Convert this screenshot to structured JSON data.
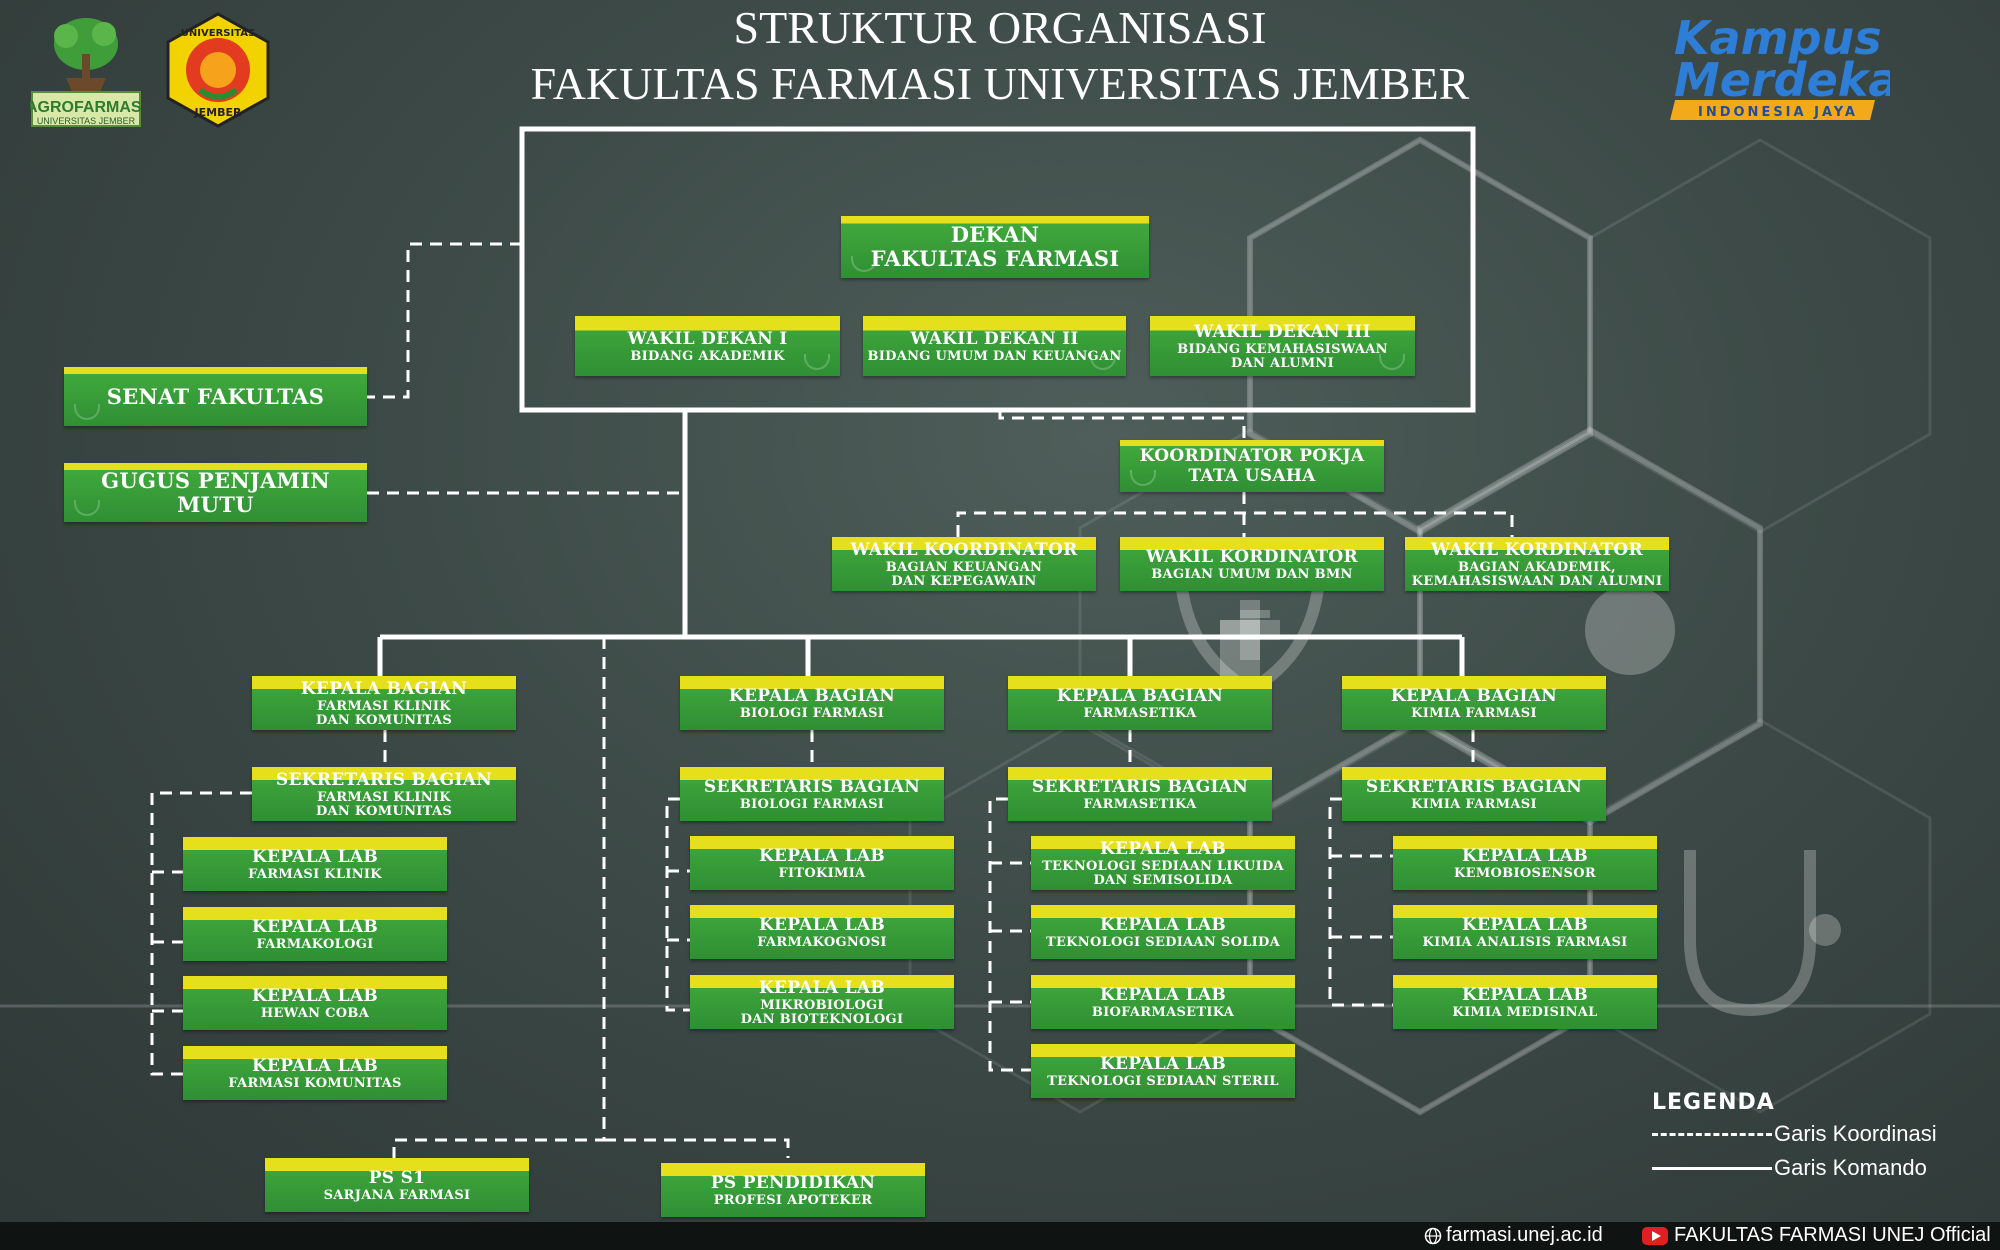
{
  "header": {
    "title_line1": "STRUKTUR ORGANISASI",
    "title_line2": "FAKULTAS FARMASI UNIVERSITAS JEMBER"
  },
  "logos": {
    "agrofarmasi": [
      "AGROFARMASI",
      "UNIVERSITAS JEMBER"
    ],
    "unej": [
      "UNIVERSITAS",
      "JEMBER"
    ],
    "kampus_merdeka": [
      "Kampus",
      "Merdeka",
      "INDONESIA JAYA"
    ]
  },
  "colors": {
    "box_green": "#3da33a",
    "box_yellow": "#e6e01c",
    "background": "#3d4a47",
    "line": "#ffffff"
  },
  "nodes": {
    "dekan": {
      "t1": [
        "DEKAN",
        "FAKULTAS FARMASI"
      ]
    },
    "wd1": {
      "t1": "WAKIL DEKAN I",
      "t2": [
        "BIDANG AKADEMIK"
      ]
    },
    "wd2": {
      "t1": "WAKIL DEKAN II",
      "t2": [
        "BIDANG UMUM DAN KEUANGAN"
      ]
    },
    "wd3": {
      "t1": "WAKIL DEKAN III",
      "t2": [
        "BIDANG KEMAHASISWAAN",
        "DAN ALUMNI"
      ]
    },
    "senat": {
      "t1": "SENAT FAKULTAS"
    },
    "gpm": {
      "t1": "GUGUS PENJAMIN MUTU"
    },
    "pokja": {
      "t1": [
        "KOORDINATOR POKJA",
        "TATA USAHA"
      ]
    },
    "wk1": {
      "t1": "WAKIL KOORDINATOR",
      "t2": [
        "BAGIAN KEUANGAN",
        "DAN KEPEGAWAIN"
      ]
    },
    "wk2": {
      "t1": "WAKIL KORDINATOR",
      "t2": [
        "BAGIAN UMUM DAN BMN"
      ]
    },
    "wk3": {
      "t1": "WAKIL KORDINATOR",
      "t2": [
        "BAGIAN AKADEMIK,",
        "KEMAHASISWAAN  DAN ALUMNI"
      ]
    },
    "kb1": {
      "t1": "KEPALA BAGIAN",
      "t2": [
        "FARMASI KLINIK",
        "DAN KOMUNITAS"
      ]
    },
    "kb2": {
      "t1": "KEPALA BAGIAN",
      "t2": [
        "BIOLOGI FARMASI"
      ]
    },
    "kb3": {
      "t1": "KEPALA BAGIAN",
      "t2": [
        "FARMASETIKA"
      ]
    },
    "kb4": {
      "t1": "KEPALA BAGIAN",
      "t2": [
        "KIMIA FARMASI"
      ]
    },
    "sb1": {
      "t1": "SEKRETARIS BAGIAN",
      "t2": [
        "FARMASI KLINIK",
        "DAN KOMUNITAS"
      ]
    },
    "sb2": {
      "t1": "SEKRETARIS BAGIAN",
      "t2": [
        "BIOLOGI FARMASI"
      ]
    },
    "sb3": {
      "t1": "SEKRETARIS BAGIAN",
      "t2": [
        "FARMASETIKA"
      ]
    },
    "sb4": {
      "t1": "SEKRETARIS BAGIAN",
      "t2": [
        "KIMIA FARMASI"
      ]
    },
    "l1a": {
      "t1": "KEPALA LAB",
      "t2": [
        "FARMASI KLINIK"
      ]
    },
    "l1b": {
      "t1": "KEPALA LAB",
      "t2": [
        "FARMAKOLOGI"
      ]
    },
    "l1c": {
      "t1": "KEPALA LAB",
      "t2": [
        "HEWAN COBA"
      ]
    },
    "l1d": {
      "t1": "KEPALA LAB",
      "t2": [
        "FARMASI KOMUNITAS"
      ]
    },
    "l2a": {
      "t1": "KEPALA LAB",
      "t2": [
        "FITOKIMIA"
      ]
    },
    "l2b": {
      "t1": "KEPALA LAB",
      "t2": [
        "FARMAKOGNOSI"
      ]
    },
    "l2c": {
      "t1": "KEPALA LAB",
      "t2": [
        "MIKROBIOLOGI",
        "DAN BIOTEKNOLOGI"
      ]
    },
    "l3a": {
      "t1": "KEPALA LAB",
      "t2": [
        "TEKNOLOGI SEDIAAN LIKUIDA",
        "DAN SEMISOLIDA"
      ]
    },
    "l3b": {
      "t1": "KEPALA LAB",
      "t2": [
        "TEKNOLOGI SEDIAAN SOLIDA"
      ]
    },
    "l3c": {
      "t1": "KEPALA LAB",
      "t2": [
        "BIOFARMASETIKA"
      ]
    },
    "l3d": {
      "t1": "KEPALA LAB",
      "t2": [
        "TEKNOLOGI SEDIAAN STERIL"
      ]
    },
    "l4a": {
      "t1": "KEPALA LAB",
      "t2": [
        "KEMOBIOSENSOR"
      ]
    },
    "l4b": {
      "t1": "KEPALA LAB",
      "t2": [
        "KIMIA ANALISIS FARMASI"
      ]
    },
    "l4c": {
      "t1": "KEPALA LAB",
      "t2": [
        "KIMIA MEDISINAL"
      ]
    },
    "ps1": {
      "t1": "PS S1",
      "t2": [
        "SARJANA FARMASI"
      ]
    },
    "ps2": {
      "t1": "PS PENDIDIKAN",
      "t2": [
        "PROFESI APOTEKER"
      ]
    }
  },
  "legend": {
    "title": "LEGENDA",
    "coord": "Garis Koordinasi",
    "command": "Garis Komando"
  },
  "footer": {
    "website": "farmasi.unej.ac.id",
    "youtube": "FAKULTAS FARMASI UNEJ Official"
  }
}
